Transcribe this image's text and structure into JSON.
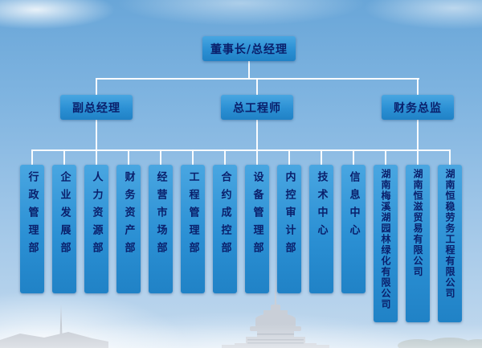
{
  "org_chart": {
    "root": "董事长/总经理",
    "level2": [
      {
        "label": "副总经理"
      },
      {
        "label": "总工程师"
      },
      {
        "label": "财务总监"
      }
    ],
    "departments": [
      "行政管理部",
      "企业发展部",
      "人力资源部",
      "财务资产部",
      "经营市场部",
      "工程管理部",
      "合约成控部",
      "设备管理部",
      "内控审计部",
      "技术中心",
      "信息中心",
      "湖南梅溪湖园林绿化有限公司",
      "湖南恒滋贸易有限公司",
      "湖南恒稳劳务工程有限公司"
    ],
    "colors": {
      "box_fill": "#2b90d4",
      "box_fill_light": "#49a6e1",
      "text": "#0a1f6b",
      "connector": "#ffffff"
    }
  }
}
